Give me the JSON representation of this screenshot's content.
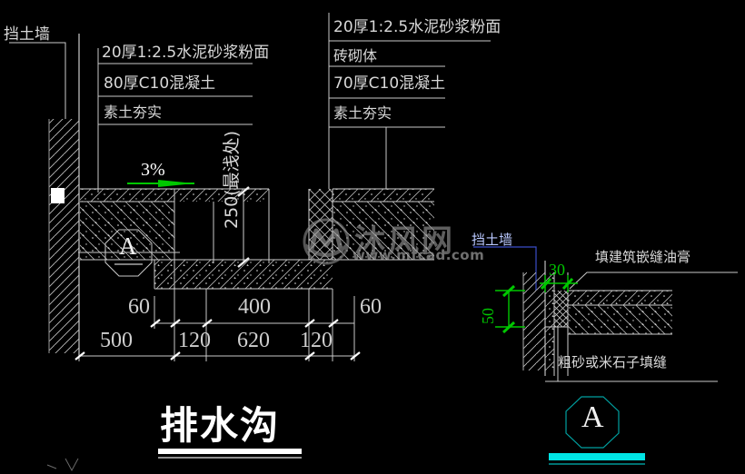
{
  "drawing": {
    "title": "排水沟",
    "watermark": {
      "text": "沐风网",
      "url": "www.mfcad.com",
      "logo": "M"
    }
  },
  "labels": {
    "retaining_wall_left": "挡土墙",
    "retaining_wall_right": "挡土墙",
    "slope": "3%",
    "depth_note": "250(最浅处)",
    "caulk_note": "填建筑嵌缝油膏",
    "joint_fill_note": "粗砂或米石子填缝"
  },
  "note_block_left": {
    "lines": [
      "20厚1:2.5水泥砂浆粉面",
      "80厚C10混凝土",
      "素土夯实"
    ]
  },
  "note_block_right": {
    "lines": [
      "20厚1:2.5水泥砂浆粉面",
      "砖砌体",
      "70厚C10混凝土",
      "素土夯实"
    ]
  },
  "dimensions": {
    "upper_chain": [
      "60",
      "400",
      "60"
    ],
    "lower_chain": [
      "500",
      "120",
      "620",
      "120"
    ],
    "detail": [
      "30",
      "50"
    ]
  },
  "callouts": {
    "section_bubble": "A",
    "detail_bubble": "A"
  },
  "colors": {
    "background": "#000000",
    "linework": "#c8c8c8",
    "green": "#00c800",
    "cyan": "#00e5e5",
    "teal": "#00a0a0",
    "blue": "#3a4ec8",
    "white": "#ffffff"
  }
}
